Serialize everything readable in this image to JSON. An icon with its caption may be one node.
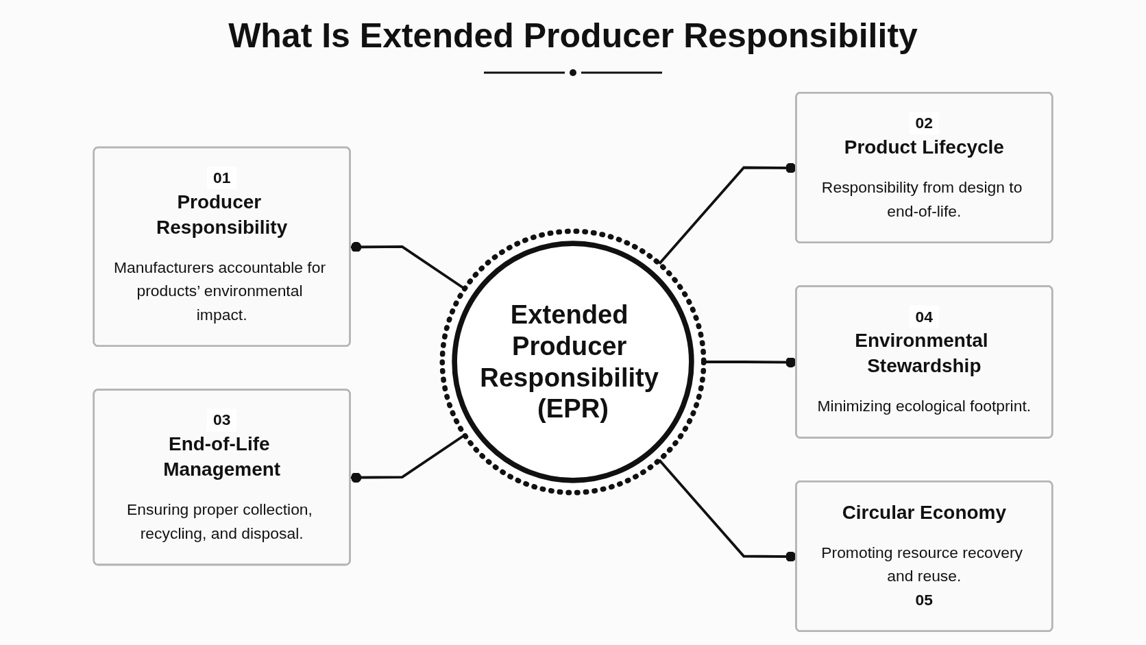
{
  "diagram": {
    "title": "What Is Extended Producer Responsibility",
    "nodes": [
      {
        "text": [
          "01",
          "Producer Responsibility",
          "Manufacturers accountable for products’ environmental impact."
        ]
      },
      {
        "text": [
          "Extended Producer Responsibility (EPR)"
        ]
      },
      {
        "text": [
          "02",
          "Product Lifecycle",
          "Responsibility from design to end-of-life."
        ]
      },
      {
        "text": [
          "03",
          "End-of-Life Management",
          "Ensuring proper collection, recycling, and disposal."
        ]
      },
      {
        "text": [
          "04",
          "Environmental Stewardship",
          "Minimizing ecological footprint."
        ]
      },
      {
        "text": [
          "Circular Economy",
          "Promoting resource recovery and reuse.",
          "05"
        ]
      }
    ],
    "edges": [
      {
        "from": 0,
        "to": 1,
        "arrow": "other"
      },
      {
        "from": 1,
        "to": 2,
        "arrow": "other"
      },
      {
        "from": 3,
        "to": 1,
        "arrow": "other"
      },
      {
        "from": 1,
        "to": 4,
        "arrow": "other"
      },
      {
        "from": 1,
        "to": 5,
        "arrow": "other"
      }
    ]
  }
}
